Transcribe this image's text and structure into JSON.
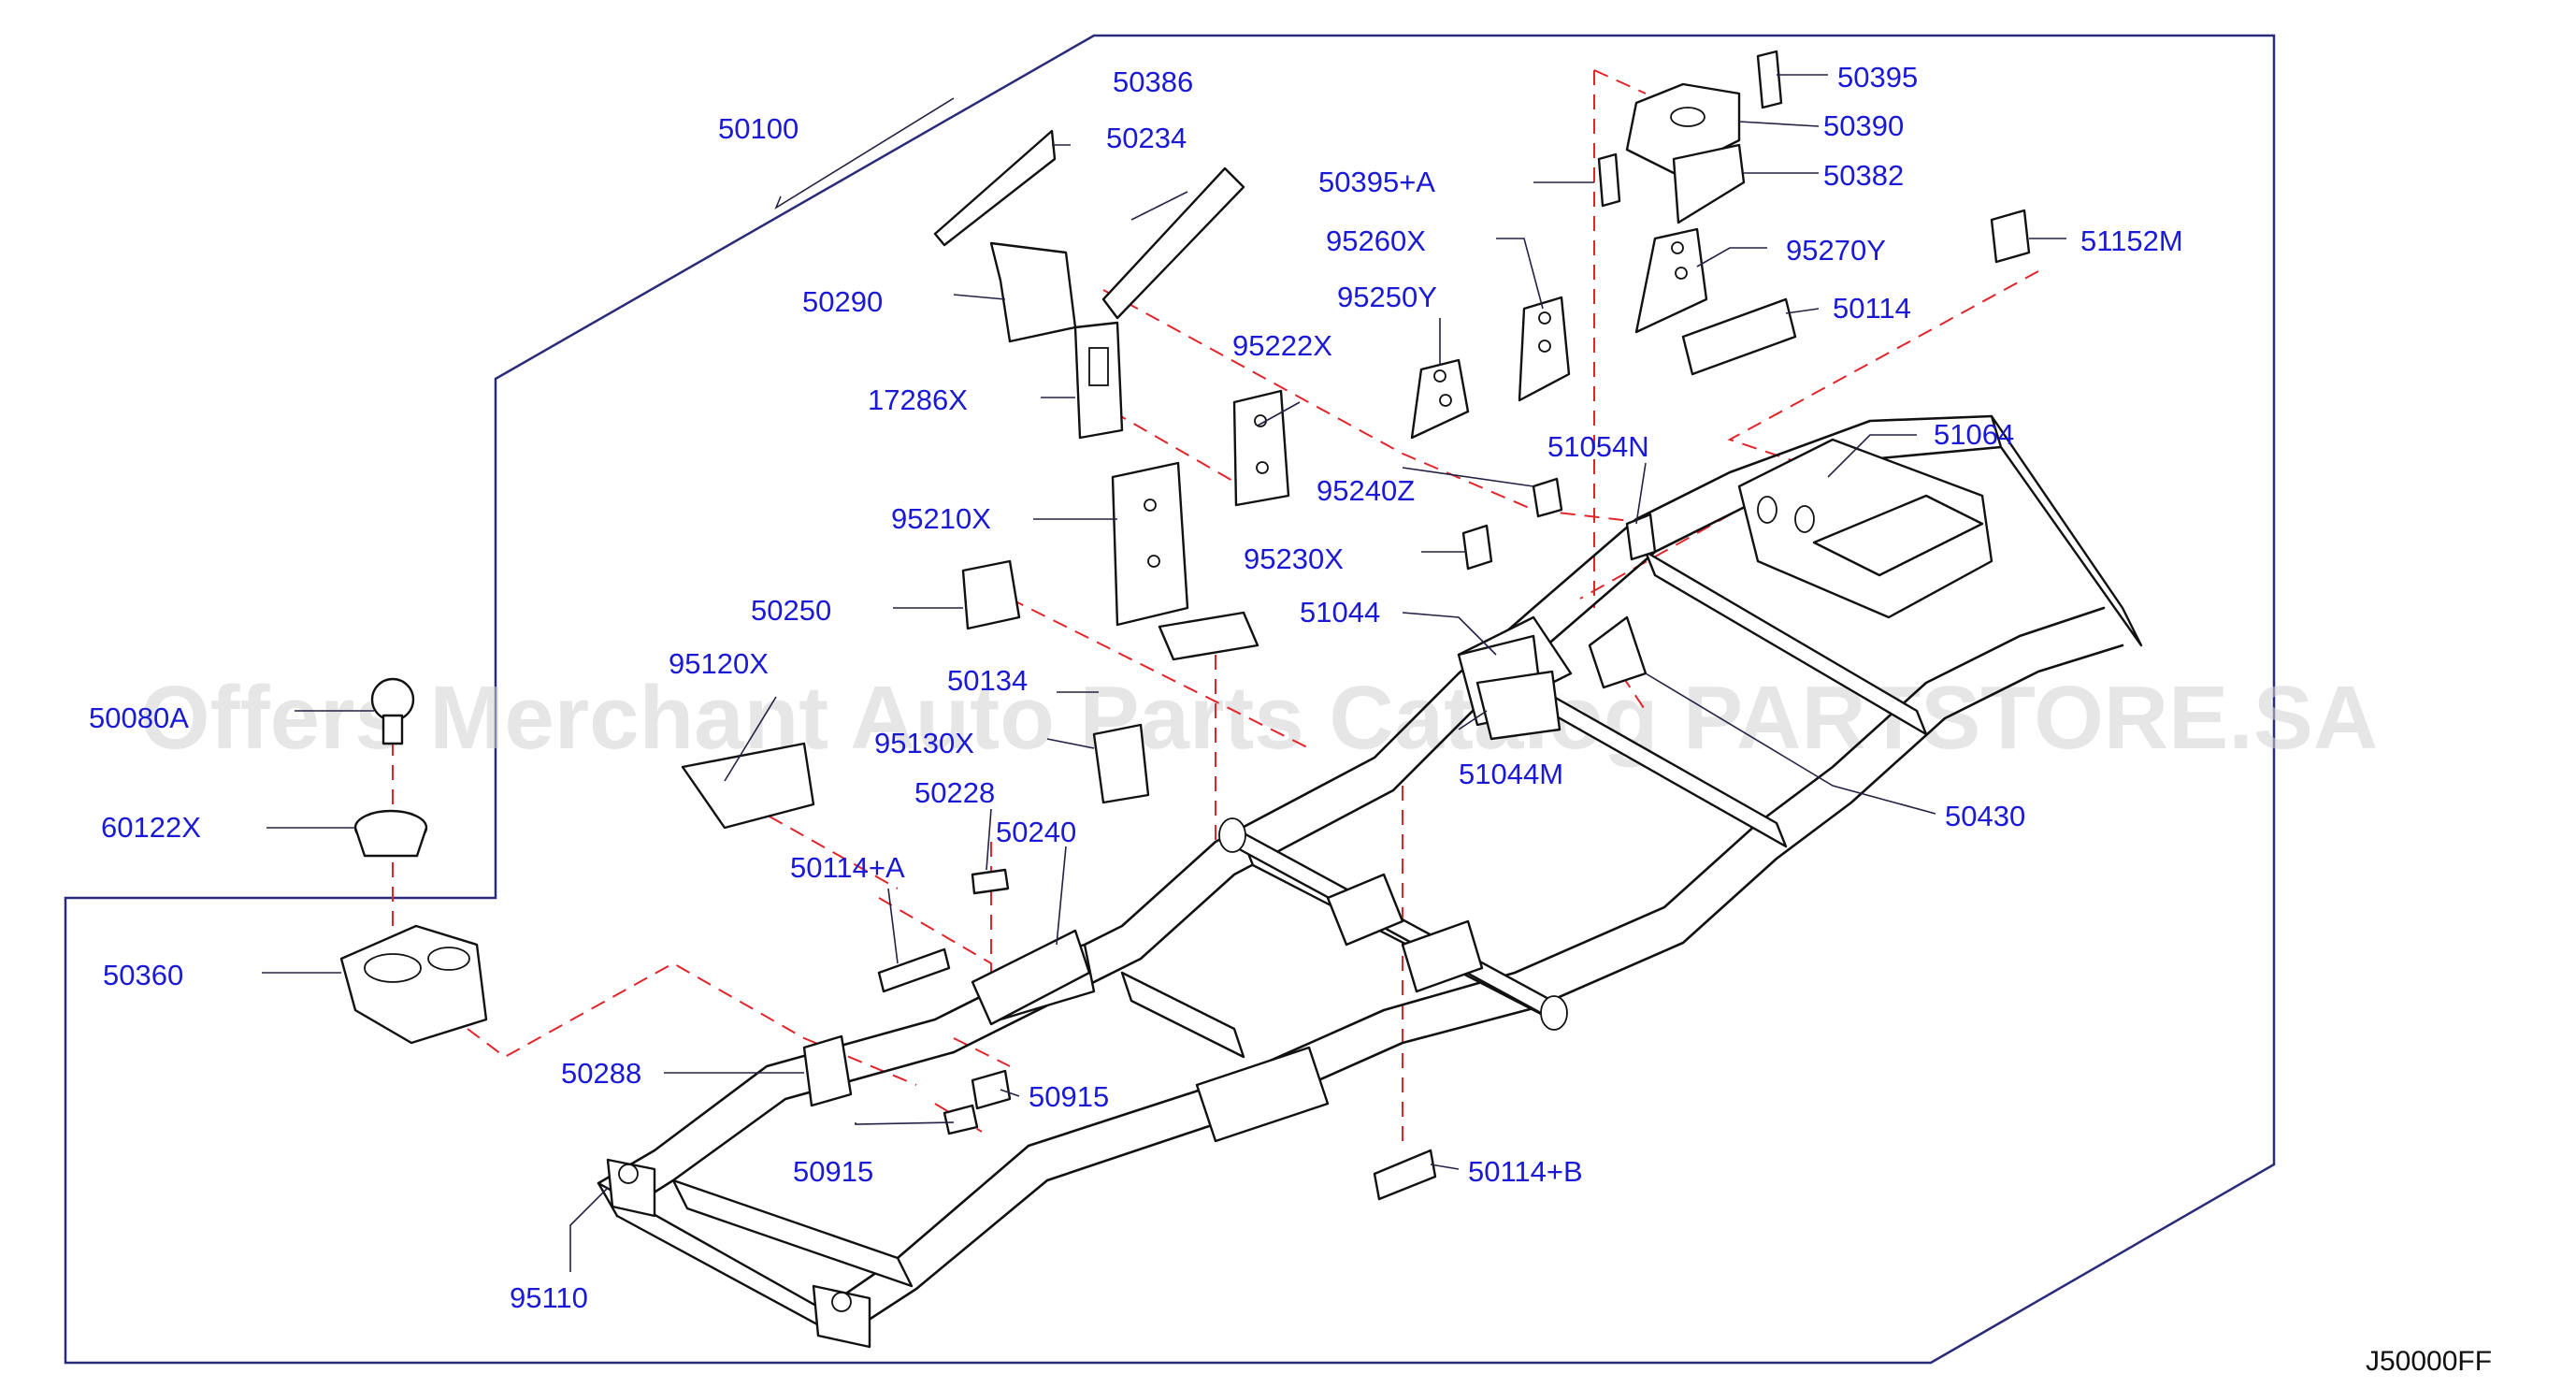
{
  "diagram": {
    "watermark": "Offers Merchant Auto Parts Catalog PARTSTORE.SA",
    "drawing_code": "J50000FF",
    "callouts": [
      {
        "id": "50100",
        "text": "50100"
      },
      {
        "id": "50386",
        "text": "50386"
      },
      {
        "id": "50234",
        "text": "50234"
      },
      {
        "id": "50290",
        "text": "50290"
      },
      {
        "id": "17286X",
        "text": "17286X"
      },
      {
        "id": "95222X",
        "text": "95222X"
      },
      {
        "id": "95210X",
        "text": "95210X"
      },
      {
        "id": "50250",
        "text": "50250"
      },
      {
        "id": "95120X",
        "text": "95120X"
      },
      {
        "id": "50134",
        "text": "50134"
      },
      {
        "id": "95130X",
        "text": "95130X"
      },
      {
        "id": "50228",
        "text": "50228"
      },
      {
        "id": "50240",
        "text": "50240"
      },
      {
        "id": "50080A",
        "text": "50080A"
      },
      {
        "id": "60122X",
        "text": "60122X"
      },
      {
        "id": "50114A",
        "text": "50114+A"
      },
      {
        "id": "50360",
        "text": "50360"
      },
      {
        "id": "50288",
        "text": "50288"
      },
      {
        "id": "50915a",
        "text": "50915"
      },
      {
        "id": "50915b",
        "text": "50915"
      },
      {
        "id": "95110",
        "text": "95110"
      },
      {
        "id": "50114B",
        "text": "50114+B"
      },
      {
        "id": "50395A",
        "text": "50395+A"
      },
      {
        "id": "95260X",
        "text": "95260X"
      },
      {
        "id": "95250Y",
        "text": "95250Y"
      },
      {
        "id": "95240Z",
        "text": "95240Z"
      },
      {
        "id": "95230X",
        "text": "95230X"
      },
      {
        "id": "51044",
        "text": "51044"
      },
      {
        "id": "51044M",
        "text": "51044M"
      },
      {
        "id": "51054N",
        "text": "51054N"
      },
      {
        "id": "50395",
        "text": "50395"
      },
      {
        "id": "50390",
        "text": "50390"
      },
      {
        "id": "50382",
        "text": "50382"
      },
      {
        "id": "95270Y",
        "text": "95270Y"
      },
      {
        "id": "51152M",
        "text": "51152M"
      },
      {
        "id": "50114",
        "text": "50114"
      },
      {
        "id": "51064",
        "text": "51064"
      },
      {
        "id": "50430",
        "text": "50430"
      }
    ]
  }
}
